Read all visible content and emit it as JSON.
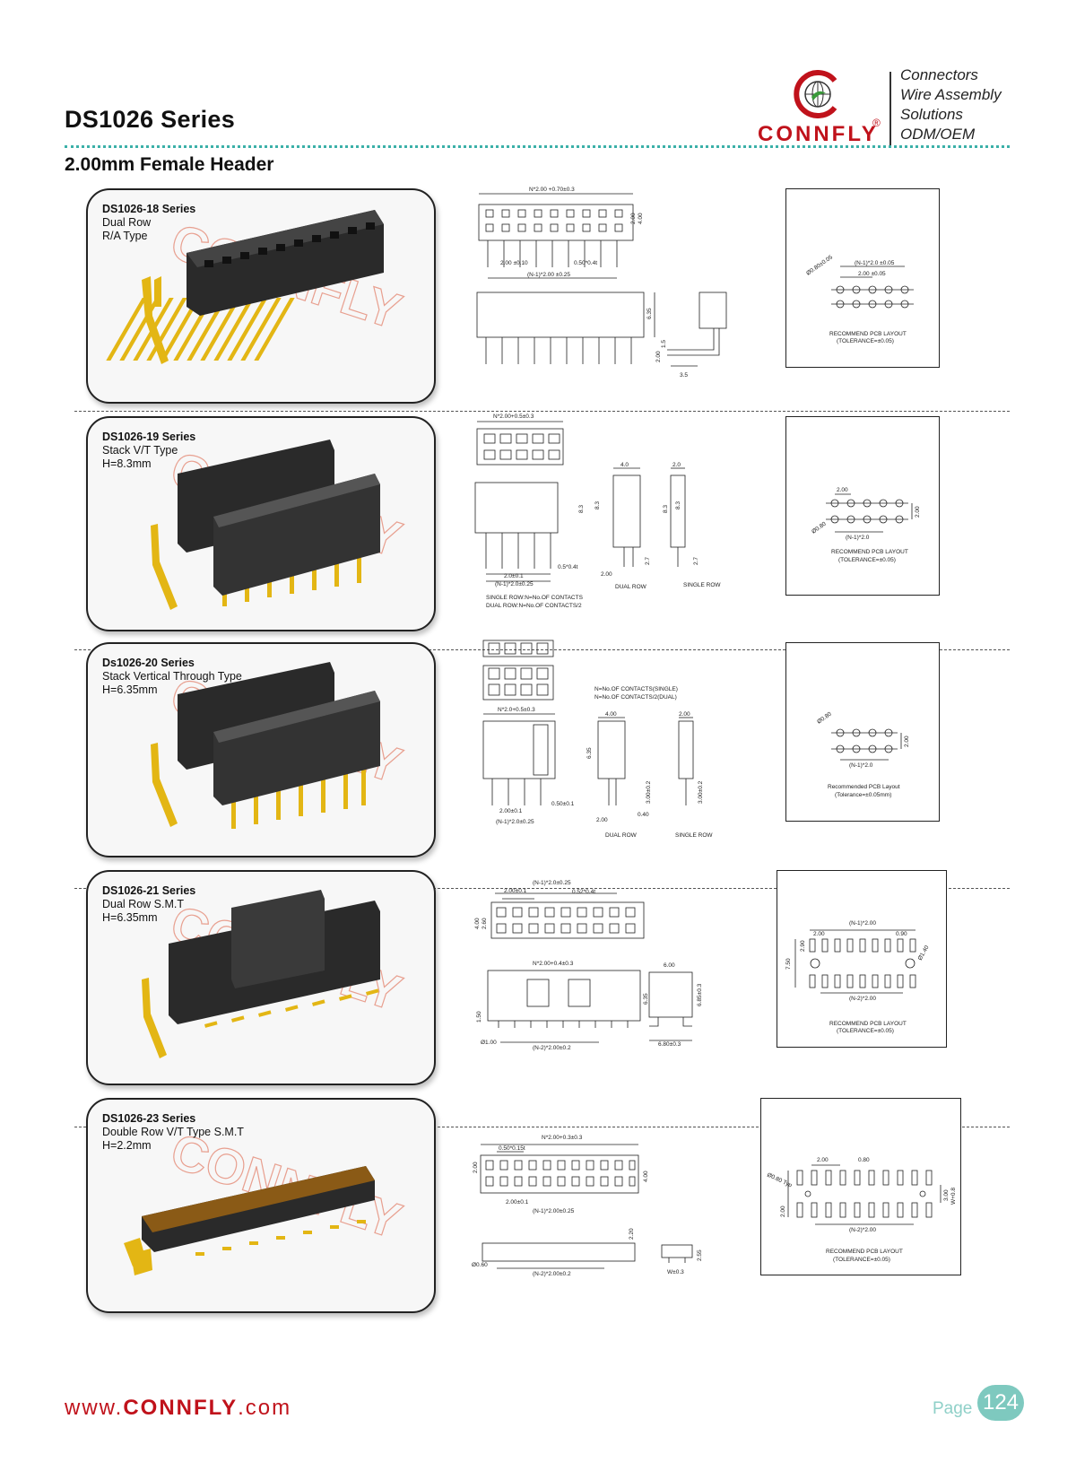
{
  "header": {
    "title": "DS1026 Series",
    "subtitle": "2.00mm Female Header",
    "logo_text": "CONNFLY",
    "logo_reg": "®",
    "taglines": [
      "Connectors",
      "Wire Assembly",
      "Solutions",
      "ODM/OEM"
    ]
  },
  "watermark": "CONNFLY",
  "colors": {
    "brand_red": "#c0121b",
    "accent_teal": "#3bb0a8",
    "pin_gold": "#e3b614",
    "body_black": "#2a2a2a",
    "smt_brown": "#8a5a16"
  },
  "sections": [
    {
      "name": "DS1026-18 Series",
      "line1": "Dual Row",
      "line2": "R/A Type",
      "dims": [
        "N*2.00 +0.70±0.3",
        "2.00 ±0.10",
        "0.50*0.4t",
        "(N-1)*2.00 ±0.25",
        "6.35",
        "2.00",
        "1.5",
        "3.5",
        "4.00",
        "2.00"
      ],
      "pcb": {
        "dims": [
          "(N-1)*2.0 ±0.05",
          "2.00 ±0.05",
          "Ø0.80±0.05"
        ],
        "caption1": "RECOMMEND PCB LAYOUT",
        "caption2": "(TOLERANCE=±0.05)"
      }
    },
    {
      "name": "DS1026-19 Series",
      "line1": "Stack V/T Type",
      "line2": "H=8.3mm",
      "dims": [
        "N*2.00+0.5±0.3",
        "4.0",
        "2.0",
        "8.3",
        "8.3",
        "8.3",
        "8.3",
        "2.7",
        "2.7",
        "2.00",
        "2.0±0.1",
        "(N-1)*2.0±0.25",
        "0.5*0.4t",
        "DUAL ROW",
        "SINGLE ROW",
        "SINGLE ROW:N=No.OF CONTACTS",
        "DUAL ROW:N=No.OF CONTACTS/2"
      ],
      "pcb": {
        "dims": [
          "2.00",
          "2.00",
          "Ø0.80",
          "(N-1)*2.0"
        ],
        "caption1": "RECOMMEND PCB LAYOUT",
        "caption2": "(TOLERANCE=±0.05)"
      }
    },
    {
      "name": "Ds1026-20 Series",
      "line1": "Stack Vertical Through Type",
      "line2": "H=6.35mm",
      "dims": [
        "N=No.OF CONTACTS(SINGLE)",
        "N=No.OF CONTACTS/2(DUAL)",
        "N*2.0+0.5±0.3",
        "4.00",
        "2.00",
        "6.35",
        "2.00±0.1",
        "(N-1)*2.0±0.25",
        "0.50±0.1",
        "3.00±0.2",
        "3.00±0.2",
        "0.40",
        "2.00",
        "DUAL ROW",
        "SINGLE ROW"
      ],
      "pcb": {
        "dims": [
          "Ø0.80",
          "2.00",
          "(N-1)*2.0"
        ],
        "caption1": "Recommended PCB Layout",
        "caption2": "(Tolerance=±0.05mm)"
      }
    },
    {
      "name": "DS1026-21 Series",
      "line1": "Dual Row S.M.T",
      "line2": "H=6.35mm",
      "dims": [
        "(N-1)*2.0±0.25",
        "2.00±0.1",
        "0.52*0.4t",
        "4.00",
        "2.60",
        "N*2.00+0.4±0.3",
        "6.35",
        "6.00",
        "6.85±0.3",
        "1.50",
        "Ø1.00",
        "(N-2)*2.00±0.2",
        "6.80±0.3"
      ],
      "pcb": {
        "dims": [
          "(N-1)*2.00",
          "2.00",
          "0.90",
          "2.90",
          "7.50",
          "Ø1.40",
          "(N-2)*2.00"
        ],
        "caption1": "RECOMMEND PCB LAYOUT",
        "caption2": "(TOLERANCE=±0.05)"
      }
    },
    {
      "name": "DS1026-23 Series",
      "line1": "Double Row V/T Type S.M.T",
      "line2": "H=2.2mm",
      "dims": [
        "N*2.00+0.3±0.3",
        "0.50*0.15t",
        "2.00",
        "4.00",
        "2.00±0.1",
        "(N-1)*2.00±0.25",
        "2.20",
        "Ø0.60",
        "(N-2)*2.00±0.2",
        "2.55",
        "W±0.3"
      ],
      "pcb": {
        "dims": [
          "2.00",
          "0.80",
          "Ø0.80 Typ",
          "2.00",
          "3.00",
          "W+0.8",
          "(N-2)*2.00"
        ],
        "caption1": "RECOMMEND PCB LAYOUT",
        "caption2": "(TOLERANCE=±0.05)"
      }
    }
  ],
  "footer": {
    "url_prefix": "www.",
    "url_brand": "CONNFLY",
    "url_suffix": ".com",
    "page_label": "Page",
    "page_number": "124"
  }
}
